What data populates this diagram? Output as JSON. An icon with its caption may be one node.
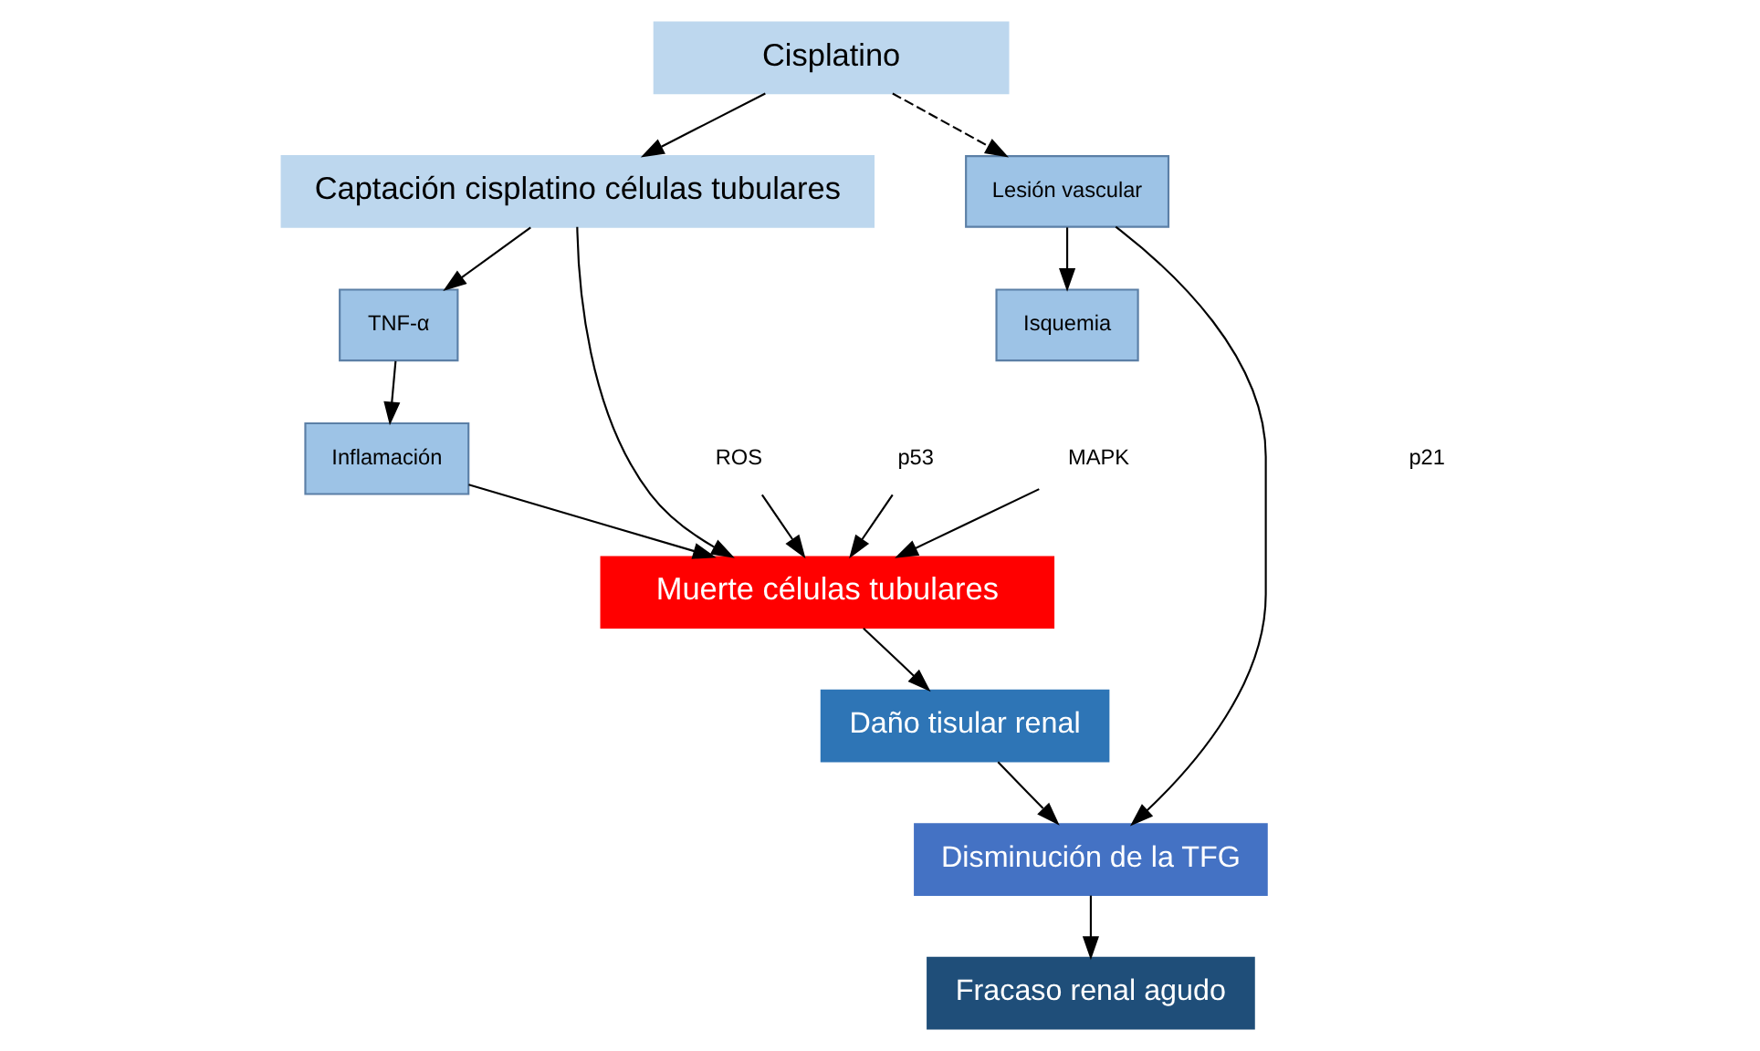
{
  "diagram": {
    "nodes": [
      {
        "text": [
          "Cisplatino"
        ]
      },
      {
        "text": [
          "Captación cisplatino células tubulares"
        ]
      },
      {
        "text": [
          "Lesión vascular"
        ]
      },
      {
        "text": [
          "TNF-α"
        ]
      },
      {
        "text": [
          "ROS"
        ]
      },
      {
        "text": [
          "p53"
        ]
      },
      {
        "text": [
          "MAPK"
        ]
      },
      {
        "text": [
          "Inflamación"
        ]
      },
      {
        "text": [
          "Muerte células tubulares"
        ]
      },
      {
        "text": [
          "Isquemia"
        ]
      },
      {
        "text": [
          "Daño tisular renal"
        ]
      },
      {
        "text": [
          "Disminución de la TFG"
        ]
      },
      {
        "text": [
          "Fracaso renal agudo"
        ]
      }
    ],
    "edges": [
      {
        "from": 0,
        "to": 1,
        "arrow": "to"
      },
      {
        "from": 0,
        "to": 2,
        "arrow": "to",
        "style": "dashed"
      },
      {
        "from": 1,
        "to": 3,
        "arrow": "to"
      },
      {
        "from": 1,
        "to": 8,
        "arrow": "to"
      },
      {
        "from": 4,
        "to": 8,
        "arrow": "to"
      },
      {
        "from": 5,
        "to": 8,
        "arrow": "to"
      },
      {
        "from": 6,
        "to": 8,
        "arrow": "to"
      },
      {
        "from": 3,
        "to": 7,
        "arrow": "to"
      },
      {
        "from": 7,
        "to": 8,
        "arrow": "to"
      },
      {
        "from": 2,
        "to": 9,
        "arrow": "to"
      },
      {
        "from": 2,
        "to": 11,
        "arrow": "to"
      },
      {
        "from": 8,
        "to": 10,
        "arrow": "to"
      },
      {
        "from": 10,
        "to": 11,
        "arrow": "to"
      },
      {
        "from": 11,
        "to": 12,
        "arrow": "to"
      }
    ],
    "labels": [
      "p21"
    ]
  }
}
